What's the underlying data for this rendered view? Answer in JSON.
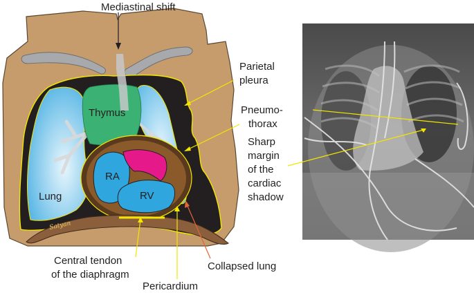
{
  "labels": {
    "mediastinal_shift": "Mediastinal shift",
    "parietal_pleura_1": "Parietal",
    "parietal_pleura_2": "pleura",
    "pneumothorax_1": "Pneumo-",
    "pneumothorax_2": "thorax",
    "sharp_margin_1": "Sharp",
    "sharp_margin_2": "margin",
    "sharp_margin_3": "of the",
    "sharp_margin_4": "cardiac",
    "sharp_margin_5": "shadow",
    "central_tendon_1": "Central tendon",
    "central_tendon_2": "of the diaphragm",
    "pericardium": "Pericardium",
    "collapsed_lung": "Collapsed lung"
  },
  "organs": {
    "thymus": "Thymus",
    "ra": "RA",
    "rv": "RV",
    "lung": "Lung"
  },
  "signature": "Satyan",
  "colors": {
    "skin": "#c69c6d",
    "skin_outline": "#5a4632",
    "chest_cavity": "#231f20",
    "pleura_line": "#f3e600",
    "lung": "#5ab8e6",
    "thymus": "#3bb273",
    "heart_wall": "#8b5a2b",
    "heart_chambers": "#2fa6dd",
    "left_atrium": "#e6198a",
    "clavicle": "#a7a9ac",
    "pointer_yellow": "#f3e600",
    "pointer_orange": "#e0653a"
  }
}
